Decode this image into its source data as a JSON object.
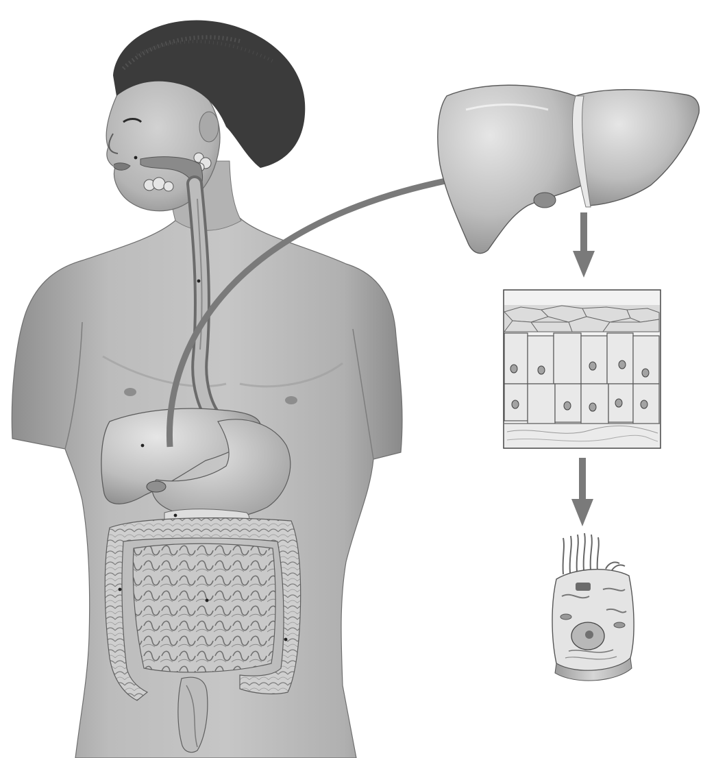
{
  "figure": {
    "levels": [
      {
        "id": "system",
        "name": "organism-digestive-system-illustration"
      },
      {
        "id": "organ",
        "name": "liver-organ-illustration"
      },
      {
        "id": "tissue",
        "name": "epithelial-tissue-illustration"
      },
      {
        "id": "cell",
        "name": "cell-illustration"
      }
    ],
    "colors": {
      "background": "#ffffff",
      "skin": "#bdbdbd",
      "skin_shadow": "#8f8f8f",
      "hair": "#3a3a3a",
      "organ": "#cfcfcf",
      "organ_shadow": "#9a9a9a",
      "arrow": "#7a7a7a",
      "outline": "#555555"
    }
  }
}
